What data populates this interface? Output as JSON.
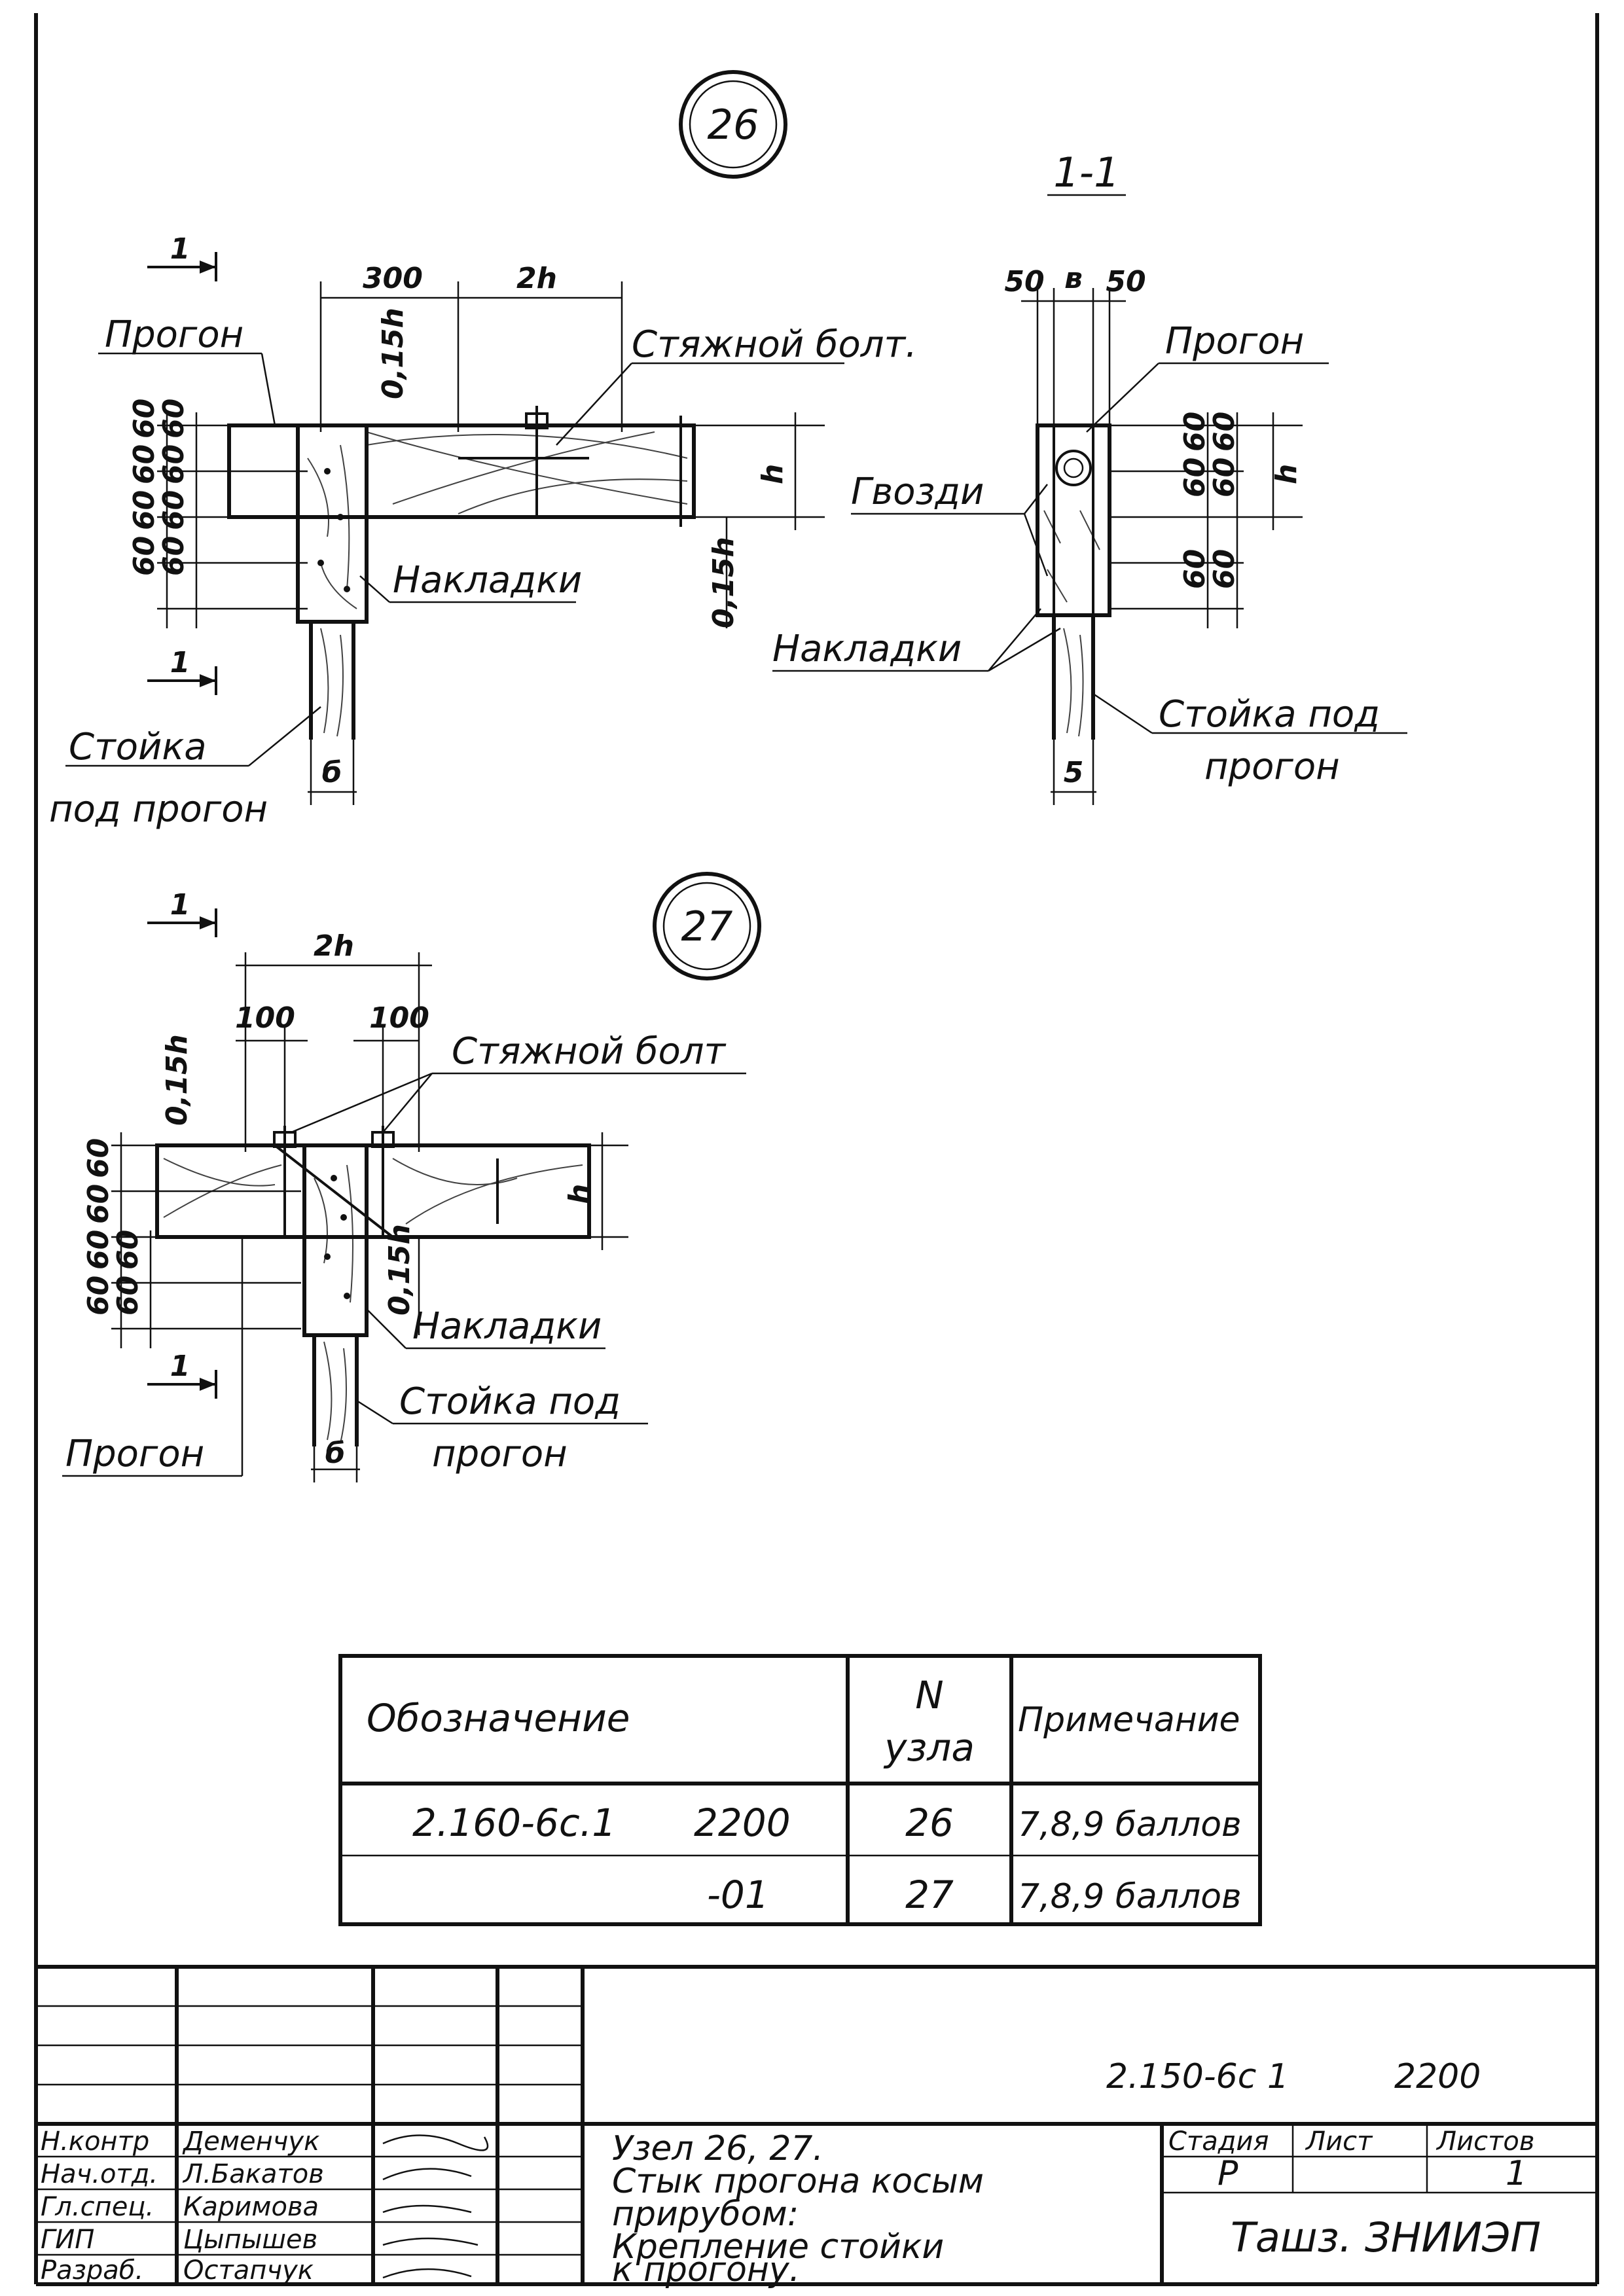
{
  "node26": {
    "number": "26",
    "section_mark": "1",
    "dim_top": [
      "300",
      "2h"
    ],
    "labels": {
      "purlin": "Прогон",
      "bolt": "Стяжной болт.",
      "pads": "Накладки",
      "post_line1": "Стойка",
      "post_line2": "под прогон"
    },
    "dim_left": [
      "60",
      "60",
      "60",
      "60",
      "60",
      "60",
      "60",
      "60"
    ],
    "dim_015h_top": "0,15h",
    "dim_015h_right": "0,15h",
    "dim_h": "h",
    "dim_b": "б"
  },
  "section11": {
    "title": "1-1",
    "dim_top": [
      "50",
      "в",
      "50"
    ],
    "labels": {
      "purlin": "Прогон",
      "nails": "Гвозди",
      "pads": "Накладки",
      "post_line1": "Стойка под",
      "post_line2": "прогон"
    },
    "dim_right": [
      "60",
      "60",
      "60",
      "60",
      "60",
      "60"
    ],
    "dim_h": "h",
    "dim_b": "5"
  },
  "node27": {
    "number": "27",
    "section_mark": "1",
    "dim_top": [
      "2h",
      "100",
      "100"
    ],
    "labels": {
      "bolt": "Стяжной болт",
      "pads": "Накладки",
      "post_line1": "Стойка под",
      "post_line2": "прогон",
      "purlin": "Прогон"
    },
    "dim_left": [
      "60",
      "60",
      "60",
      "60",
      "60",
      "60"
    ],
    "dim_015h_top": "0,15h",
    "dim_015h_right": "0,15h",
    "dim_h": "h",
    "dim_b": "б"
  },
  "spec_table": {
    "headers": [
      "Обозначение",
      "N узла",
      "Примечание"
    ],
    "header_n_line1": "N",
    "header_n_line2": "узла",
    "rows": [
      {
        "code": "2.160-6с.1",
        "variant": "2200",
        "node": "26",
        "note": "7,8,9 баллов"
      },
      {
        "code": "",
        "variant": "-01",
        "node": "27",
        "note": "7,8,9 баллов"
      }
    ]
  },
  "title_block": {
    "doc_code": "2.150-6с 1",
    "doc_variant": "2200",
    "roles": [
      "Н.контр",
      "Нач.отд.",
      "Гл.спец.",
      "ГИП",
      "Разраб."
    ],
    "names": [
      "Деменчук",
      "Л.Бакатов",
      "Каримова",
      "Цыпышев",
      "Остапчук"
    ],
    "title_lines": [
      "Узел 26, 27.",
      "Стык прогона косым",
      "прирубом:",
      "Крепление стойки",
      "к прогону."
    ],
    "stage_header": "Стадия",
    "sheet_header": "Лист",
    "sheets_header": "Листов",
    "stage_value": "Р",
    "sheets_value": "1",
    "organization": "Ташз. ЗНИИЭП"
  }
}
